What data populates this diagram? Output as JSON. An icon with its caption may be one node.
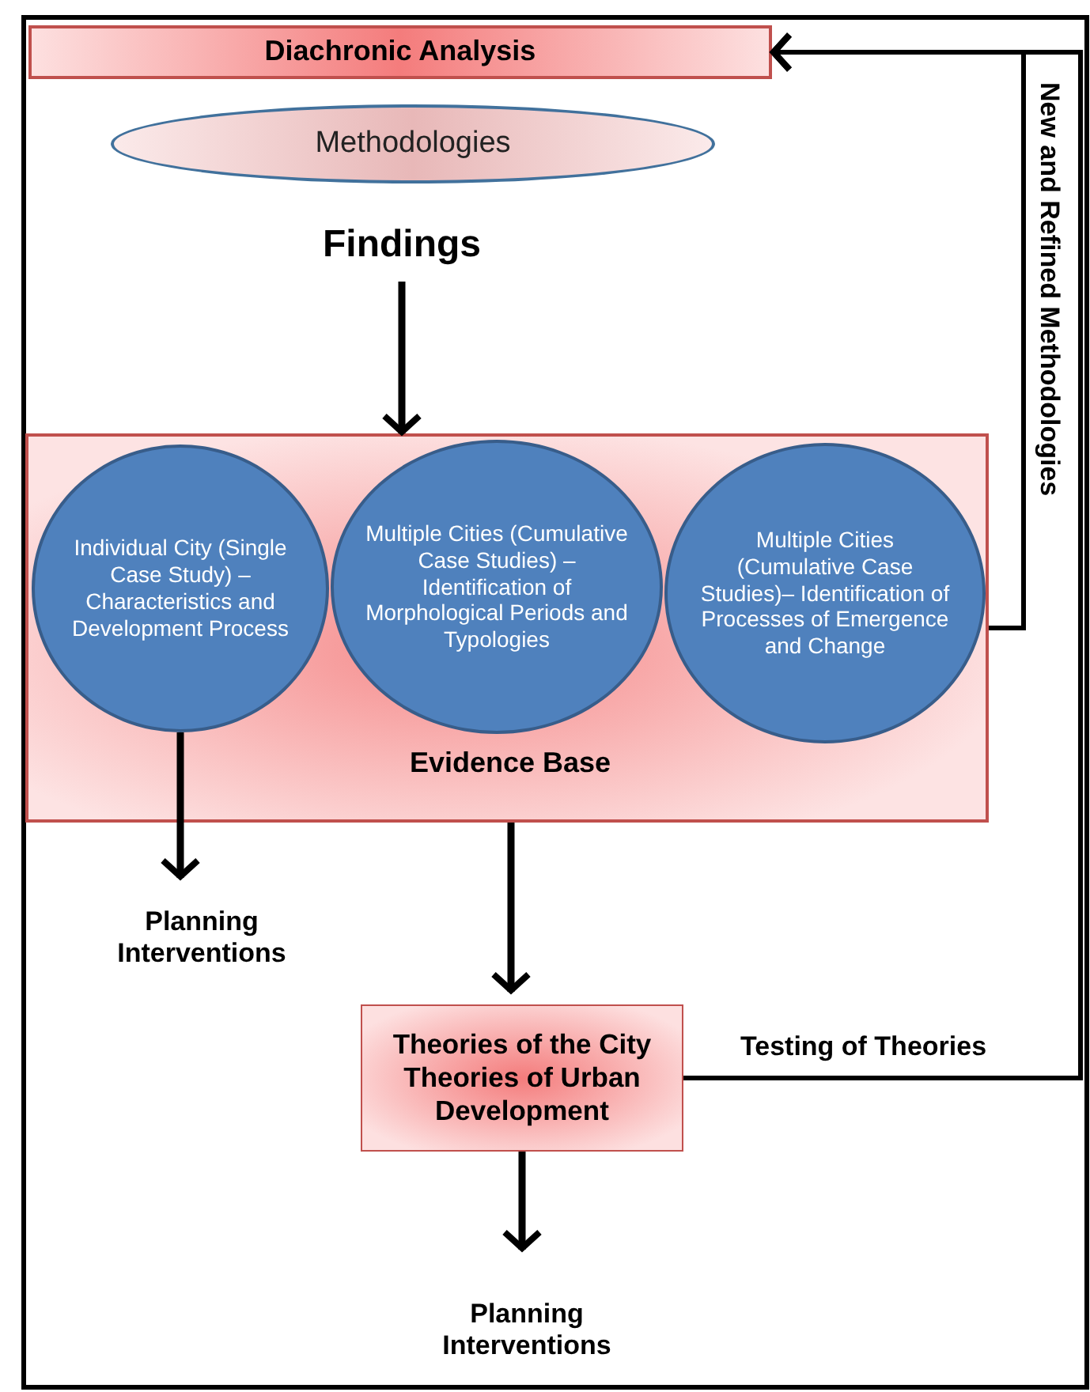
{
  "diagram": {
    "nodes": [
      {
        "text": [
          "Diachronic Analysis"
        ]
      },
      {
        "text": [
          "Methodologies"
        ]
      },
      {
        "text": [
          "Findings"
        ]
      },
      {
        "text": [
          "Evidence Base"
        ]
      },
      {
        "text": [
          "Individual City (Single Case Study) – Characteristics and Development Process"
        ],
        "in": 3
      },
      {
        "text": [
          "Multiple Cities (Cumulative Case Studies) – Identification of Morphological Periods and Typologies"
        ],
        "in": 3
      },
      {
        "text": [
          "Multiple Cities (Cumulative Case Studies)– Identification of Processes of Emergence and Change"
        ],
        "in": 3
      },
      {
        "text": [
          "Planning Interventions"
        ]
      },
      {
        "text": [
          "Theories of the City Theories of Urban Development"
        ]
      },
      {
        "text": [
          "Planning Interventions"
        ]
      }
    ],
    "edges": [
      {
        "from": 2,
        "to": 3,
        "arrow": "to"
      },
      {
        "from": 4,
        "to": 7,
        "arrow": "to"
      },
      {
        "from": 3,
        "to": 8,
        "arrow": "to"
      },
      {
        "from": 8,
        "to": 9,
        "arrow": "to"
      },
      {
        "from": 8,
        "to": 0,
        "arrow": "to",
        "label": "Testing of Theories"
      },
      {
        "from": 3,
        "to": 0,
        "arrow": "to",
        "label": "New and Refined Methodologies"
      }
    ]
  }
}
